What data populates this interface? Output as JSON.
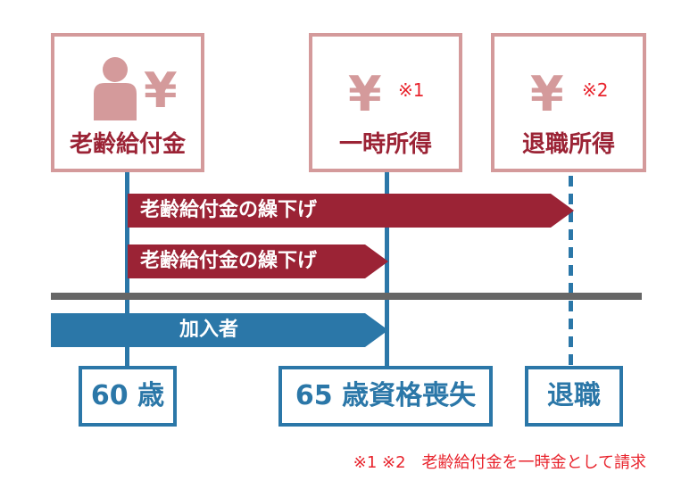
{
  "top_boxes": {
    "lump_sum_pension": {
      "label": "老齢給付金",
      "yen": "¥"
    },
    "temporary_income": {
      "label": "一時所得",
      "yen": "¥",
      "note": "※1"
    },
    "retirement_income": {
      "label": "退職所得",
      "yen": "¥",
      "note": "※2"
    }
  },
  "bars": {
    "deferral_long": "老齢給付金の繰下げ",
    "deferral_short": "老齢給付金の繰下げ",
    "member": "加入者"
  },
  "bottom_boxes": {
    "age60": "60 歳",
    "age65": "65 歳資格喪失",
    "retirement": "退職"
  },
  "footnote": "※1 ※2　老齢給付金を一時金として請求",
  "colors": {
    "pink_border": "#d49a9b",
    "crimson": "#9b2335",
    "blue": "#2b77a8",
    "gray_line": "#666666",
    "red_note": "#e8242d"
  }
}
